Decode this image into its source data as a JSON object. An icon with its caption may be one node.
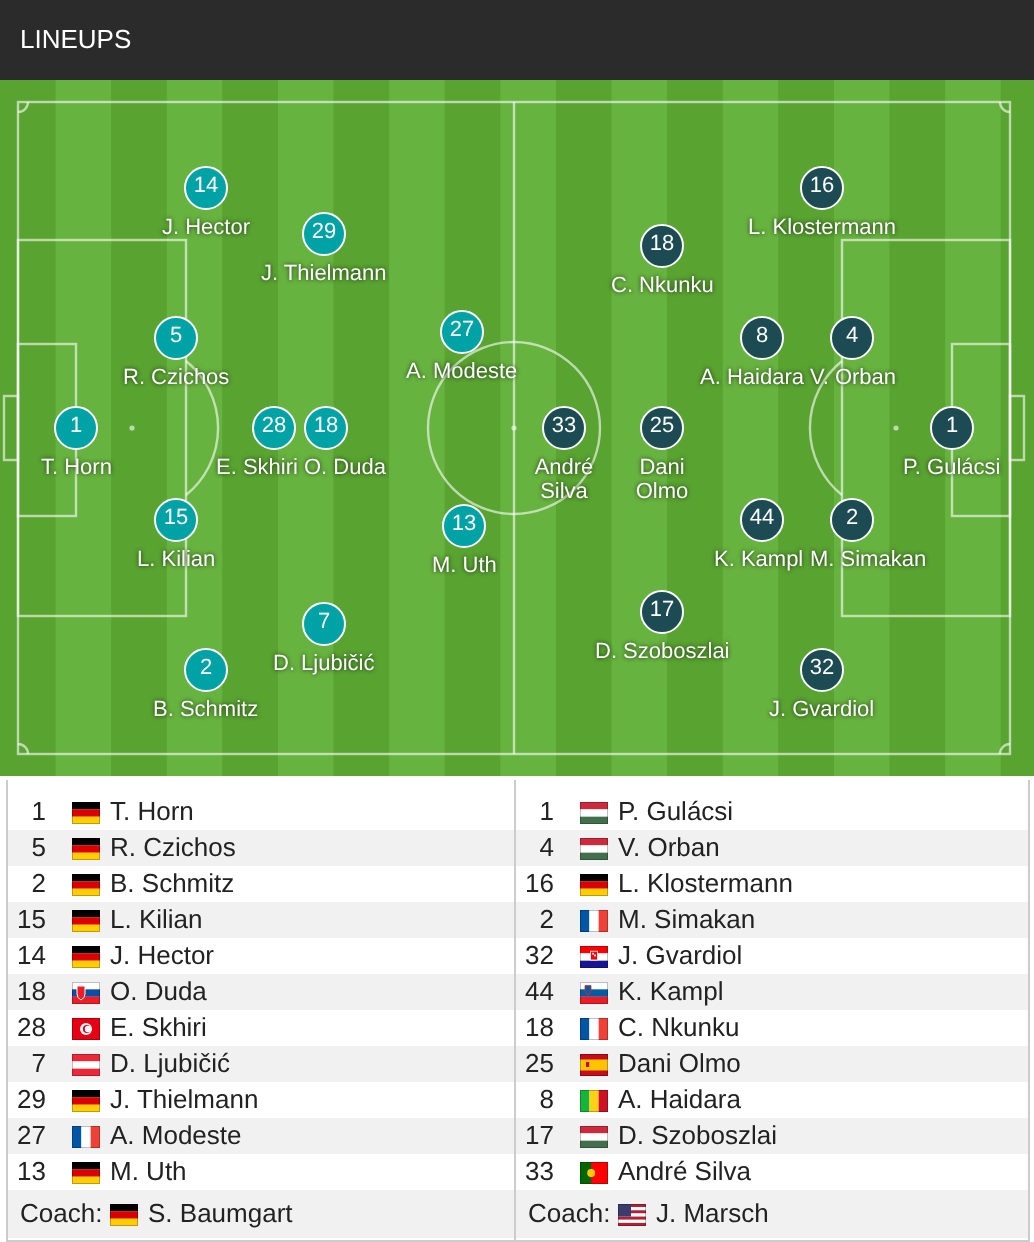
{
  "diagram": {
    "title": "LINEUPS",
    "nodes": [
      {
        "text": [
          "1"
        ],
        "beside": [
          "T. Horn"
        ]
      },
      {
        "text": [
          "14"
        ],
        "beside": [
          "J. Hector"
        ]
      },
      {
        "text": [
          "5"
        ],
        "beside": [
          "R. Czichos"
        ]
      },
      {
        "text": [
          "15"
        ],
        "beside": [
          "L. Kilian"
        ]
      },
      {
        "text": [
          "2"
        ],
        "beside": [
          "B. Schmitz"
        ]
      },
      {
        "text": [
          "29"
        ],
        "beside": [
          "J. Thielmann"
        ]
      },
      {
        "text": [
          "28"
        ],
        "beside": [
          "E. Skhiri"
        ]
      },
      {
        "text": [
          "18"
        ],
        "beside": [
          "O. Duda"
        ]
      },
      {
        "text": [
          "7"
        ],
        "beside": [
          "D. Ljubičić"
        ]
      },
      {
        "text": [
          "27"
        ],
        "beside": [
          "A. Modeste"
        ]
      },
      {
        "text": [
          "13"
        ],
        "beside": [
          "M. Uth"
        ]
      },
      {
        "text": [
          "33"
        ],
        "beside": [
          "André Silva"
        ]
      },
      {
        "text": [
          "18"
        ],
        "beside": [
          "C. Nkunku"
        ]
      },
      {
        "text": [
          "25"
        ],
        "beside": [
          "Dani Olmo"
        ]
      },
      {
        "text": [
          "17"
        ],
        "beside": [
          "D. Szoboszlai"
        ]
      },
      {
        "text": [
          "8"
        ],
        "beside": [
          "A. Haidara"
        ]
      },
      {
        "text": [
          "44"
        ],
        "beside": [
          "K. Kampl"
        ]
      },
      {
        "text": [
          "16"
        ],
        "beside": [
          "L. Klostermann"
        ]
      },
      {
        "text": [
          "32"
        ],
        "beside": [
          "J. Gvardiol"
        ]
      },
      {
        "text": [
          "4"
        ],
        "beside": [
          "V. Orban"
        ]
      },
      {
        "text": [
          "2"
        ],
        "beside": [
          "M. Simakan"
        ]
      },
      {
        "text": [
          "1"
        ],
        "beside": [
          "P. Gulácsi"
        ]
      }
    ],
    "labels": [
      "1",
      "T. Horn",
      "1",
      "P. Gulácsi",
      "5",
      "R. Czichos",
      "4",
      "V. Orban",
      "2",
      "B. Schmitz",
      "16",
      "L. Klostermann",
      "15",
      "L. Kilian",
      "2",
      "M. Simakan",
      "14",
      "J. Hector",
      "32",
      "J. Gvardiol",
      "18",
      "O. Duda",
      "44",
      "K. Kampl",
      "28",
      "E. Skhiri",
      "18",
      "C. Nkunku",
      "7",
      "D. Ljubičić",
      "25",
      "Dani Olmo",
      "29",
      "J. Thielmann",
      "8",
      "A. Haidara",
      "27",
      "A. Modeste",
      "17",
      "D. Szoboszlai",
      "13",
      "M. Uth",
      "33",
      "André Silva",
      "Coach:",
      "S. Baumgart",
      "Coach:",
      "J. Marsch"
    ]
  }
}
